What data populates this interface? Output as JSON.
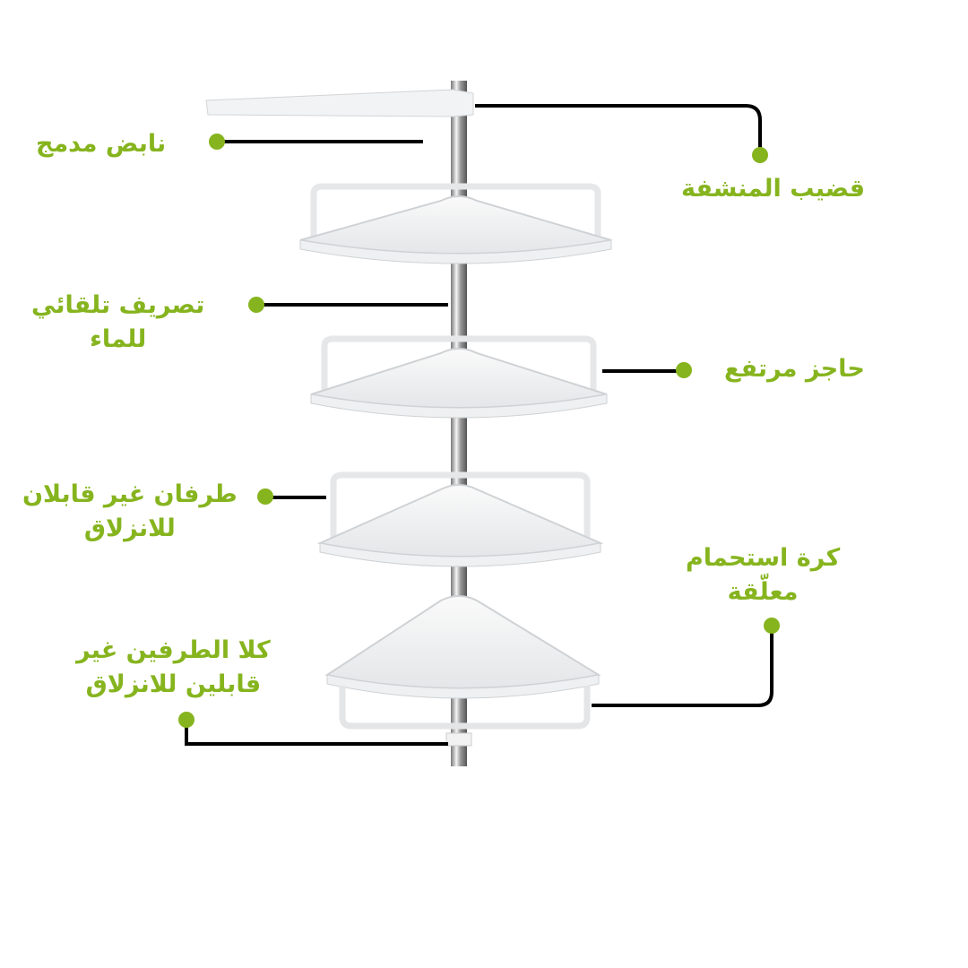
{
  "accent_color": "#86b41e",
  "line_color": "#000000",
  "labels": {
    "built_in_spring": "نابض مدمج",
    "towel_bar": "قضيب المنشفة",
    "auto_drain": [
      "تصريف تلقائي",
      "للماء"
    ],
    "raised_barrier": "حاجز مرتفع",
    "non_slip_ends": [
      "طرفان غير قابلان",
      "للانزلاق"
    ],
    "hanging_bath_ball": [
      "كرة استحمام",
      "معلّقة"
    ],
    "both_ends_non_slip": [
      "كلا الطرفين غير",
      "قابلين للانزلاق"
    ]
  }
}
